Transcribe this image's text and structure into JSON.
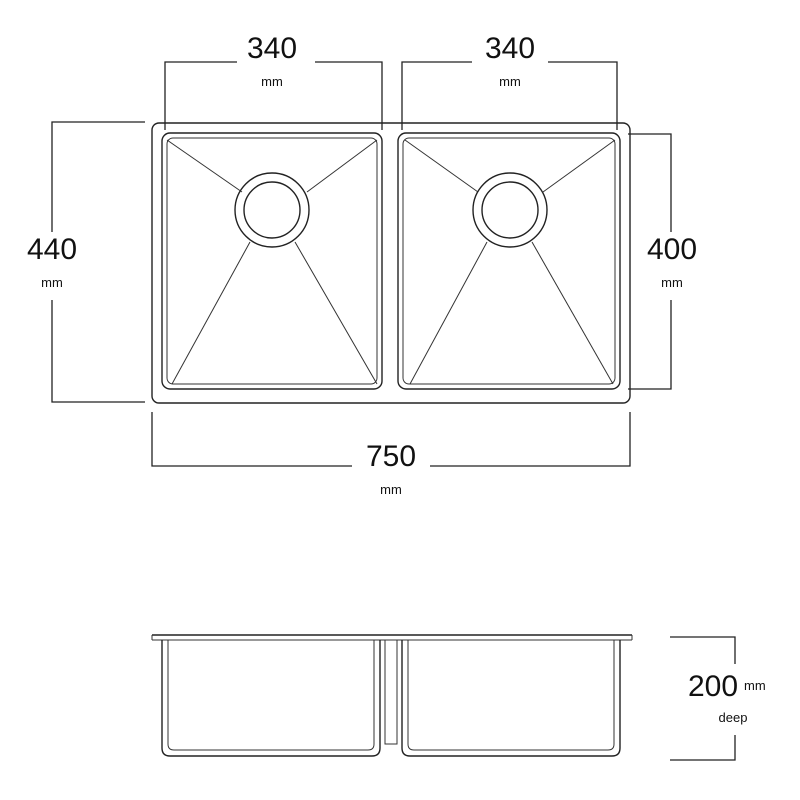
{
  "dimensions": {
    "left_bowl_width": {
      "value": "340",
      "unit": "mm"
    },
    "right_bowl_width": {
      "value": "340",
      "unit": "mm"
    },
    "overall_depth": {
      "value": "440",
      "unit": "mm"
    },
    "bowl_depth": {
      "value": "400",
      "unit": "mm"
    },
    "overall_width": {
      "value": "750",
      "unit": "mm"
    },
    "bowl_height": {
      "value": "200",
      "unit": "mm",
      "note": "deep"
    }
  }
}
